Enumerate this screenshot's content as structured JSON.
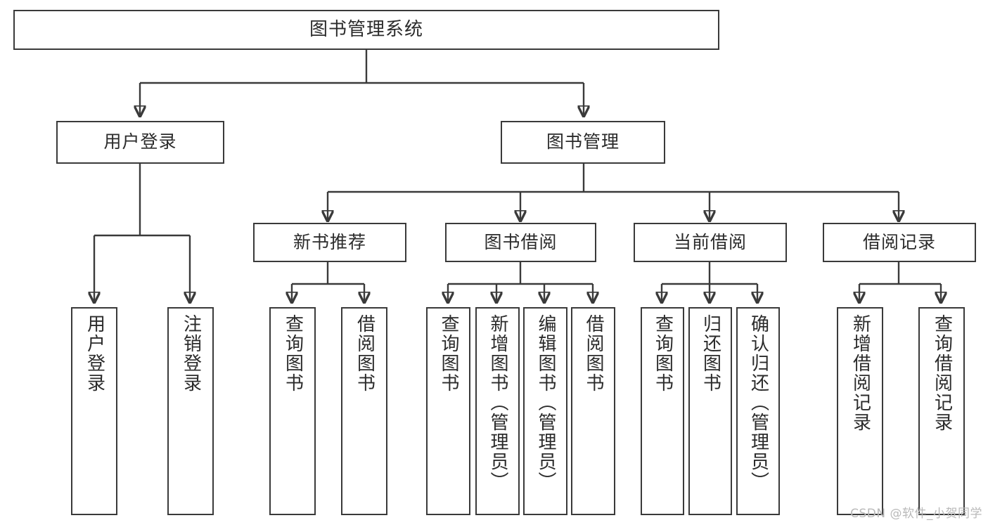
{
  "diagram": {
    "title": "图书管理系统",
    "watermark": "CSDN @软件_小贺同学",
    "colors": {
      "background": "#ffffff",
      "box_fill": "#ffffff",
      "box_border": "#3a3a3a",
      "text": "#2b2b2b",
      "connector": "#3a3a3a",
      "watermark": "#b9b9b9"
    },
    "root": {
      "label": "图书管理系统"
    },
    "level2": [
      {
        "label": "用户登录"
      },
      {
        "label": "图书管理"
      }
    ],
    "level3": [
      {
        "label": "新书推荐"
      },
      {
        "label": "图书借阅"
      },
      {
        "label": "当前借阅"
      },
      {
        "label": "借阅记录"
      }
    ],
    "leaves": {
      "user_login": [
        {
          "label": "用户登录"
        },
        {
          "label": "注销登录"
        }
      ],
      "new_book": [
        {
          "label": "查询图书"
        },
        {
          "label": "借阅图书"
        }
      ],
      "book_borrow": [
        {
          "label": "查询图书"
        },
        {
          "label": "新增图书（管理员）"
        },
        {
          "label": "编辑图书（管理员）"
        },
        {
          "label": "借阅图书"
        }
      ],
      "current_borrow": [
        {
          "label": "查询图书"
        },
        {
          "label": "归还图书"
        },
        {
          "label": "确认归还（管理员）"
        }
      ],
      "borrow_record": [
        {
          "label": "新增借阅记录"
        },
        {
          "label": "查询借阅记录"
        }
      ]
    }
  }
}
